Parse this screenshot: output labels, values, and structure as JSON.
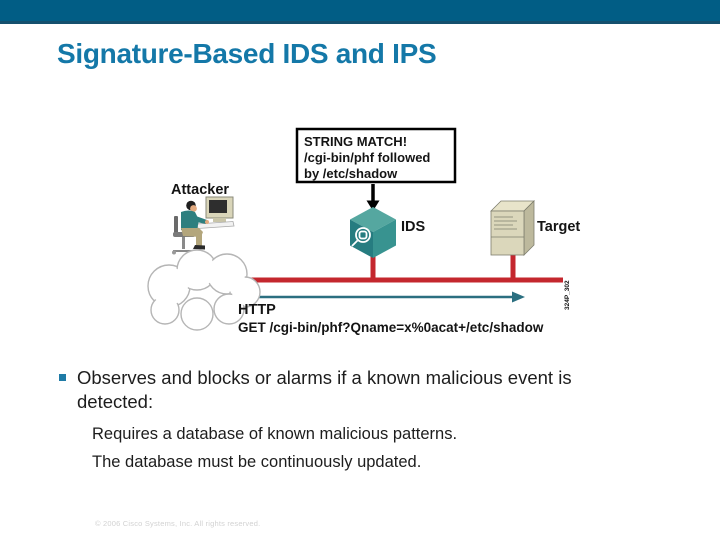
{
  "header": {
    "title": "Signature-Based IDS and IPS"
  },
  "diagram": {
    "callout": {
      "line1": "STRING MATCH!",
      "line2": "/cgi-bin/phf followed",
      "line3": "by /etc/shadow"
    },
    "attacker_label": "Attacker",
    "ids_label": "IDS",
    "target_label": "Target",
    "http_label": "HTTP",
    "request_label": "GET /cgi-bin/phf?Qname=x%0acat+/etc/shadow",
    "figure_id": "324P_302",
    "colors": {
      "link_red": "#c4272e",
      "flow_teal": "#2b6f80",
      "cube_front": "#267c80",
      "cube_top": "#55a7a0",
      "cube_side": "#389390"
    }
  },
  "bullets": {
    "item1": "Observes and blocks or alarms if a known malicious event is detected:",
    "sub1": "Requires a database of known malicious patterns.",
    "sub2": "The database must be continuously updated."
  },
  "footer": {
    "copyright": "© 2006 Cisco Systems, Inc. All rights reserved."
  }
}
